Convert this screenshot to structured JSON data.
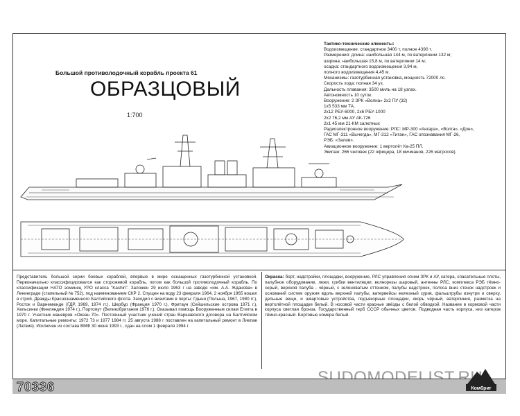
{
  "header": {
    "subtitle": "Большой противолодочный корабль проекта 61",
    "ship_name": "ОБРАЗЦОВЫЙ",
    "scale": "1:700"
  },
  "specs": {
    "title": "Тактико-технические элементы:",
    "lines": [
      "Водоизмещение: стандартное 3400 т, полное 4390 т.",
      "Размерения: длина: наибольшая 144 м, по ватерлинии 132 м;",
      "ширина: наибольшая 15,8 м, по ватерлинии 14 м;",
      "осадка: стандартного водоизмещения 3,94 м,",
      "полного водоизмещения 4,45 м.",
      "Механизмы: газотурбинная установка, мощность 72000 лс.",
      "Скорость хода: полная 34 уз.",
      "Дальность плавания: 3500 миль на 18 узлах.",
      "Автономность 10 суток.",
      "Вооружение: 2 ЗРК «Волна» 2х2 ПУ (32)",
      "1х5 533 мм ТА,",
      "2х12 РБУ-6000, 2х6 РБУ-1000",
      "2х2 76,2 мм АУ АК-726",
      "2х1 45 мм 21-КМ салютных",
      "Радиоэлектронное вооружение: РЛС: МР-300 «Ангара», «Волга», «Дон»,",
      "ГАС МГ-311 «Вычегда», МГ-312 «Титан», ГАС опознавания МГ-26,",
      "РЭБ: «Залив».",
      "Авиационное вооружение: 1 вертолёт Ка-25 ПЛ.",
      "Экипаж: 266 человек (22 офицера, 18 мичманов, 226 матросов)."
    ]
  },
  "history": {
    "text": "Представитель большой серии боевых кораблей, впервые в мире оснащенных газотурбинной установкой. Первоначально классифицировался как сторожевой корабль, потом как большой противолодочный корабль. По классификации НАТО эсминец УРО класса \"Kashin\". Заложен 29 июля 1963 г на заводе «им. А.А. Жданова» в Ленинграде (стапельный № 752), под наименованием СКР 2. Спущен на воду 23 февраля 1964, 2 ноября 1965 вошел в строй. Дважды Краснознаменного Балтийского флота. Заходил с визитами в порты: Гдыня (Польша, 1967, 1980 гг.), Росток и Варнемюнде (ГДР, 1969, 1974 гг.), Шербур (Франция 1970 г.), Фритаун (Сейшельские острова 1971 г.), Хельсинки (Финляндия 1974 г.), Портсмут (Великобритания 1976 г.). Оказывал помощь Вооруженным силам Египта в 1970 г. Участник маневров «Океан 70». Постоянный участник учений стран Варшавского договора на Балтийском море. Капитальные ремонты: 1972 73 и 1977 1984 гг. 25 августа 1988 г поставлен на капитальный ремонт в Лиепае (Латвия). Исключен из состава ВМФ 30 июня 1993 г., сдан на слом 1 февраля 1994 г."
  },
  "paint": {
    "label": "Окраска:",
    "text": "борт, надстройки, площадки, вооружение, РЛС управления огнем ЗРК и АУ, катера, спасательные плоты, палубное оборудование, люки, грибки вентиляции, волнорезы шаровый, антенны РЛС, комплекса РЭБ тёмно-серый, верхняя палуба - чёрный, с зеленоватым оттенком, палубы надстроек, полоса вниз стенок надстроек и оснований систем оружия вдоль верхней палубы, ватервейсы железный сурик, фальштрубы изнутри и сверху, дельные вещи, и швартовые устройства, подъякорные площадки, якорь чёрный, ватерлиния, разметка на вертолётной площадке белый. В носовой части красные звёзды с белой обводкой. Название в кормовой части корпуса светлая бронза. Государственный герб СССР обычных цветов. Подводная часть корпуса, низ катеров тёмно-красный. Бортовые номера белый."
  },
  "footer": {
    "watermark": "SUDOMODELIST.RU",
    "article_number": "70336",
    "logo_text": "Комбриг"
  }
}
